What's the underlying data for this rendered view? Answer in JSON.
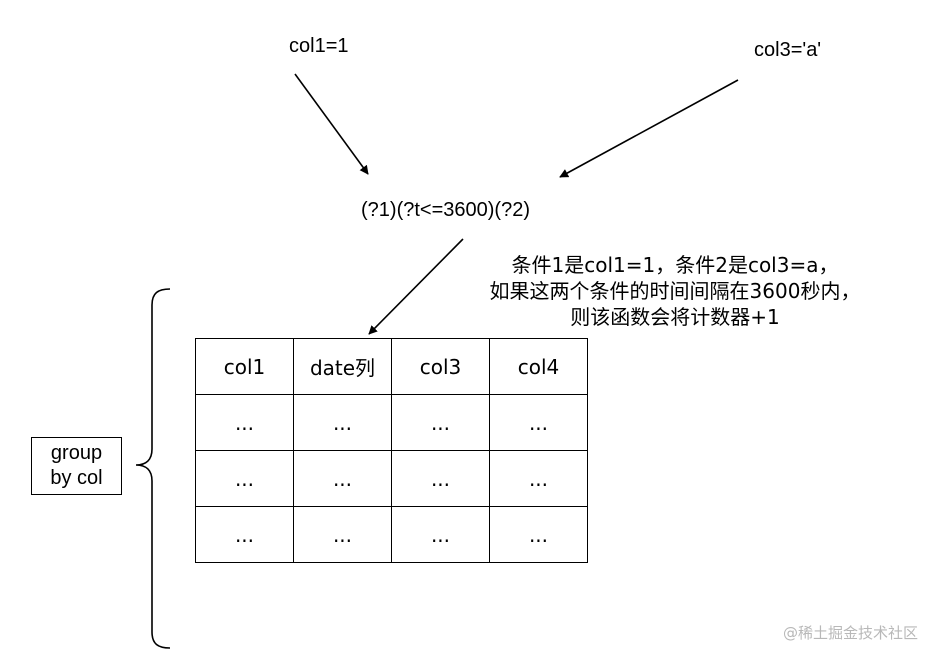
{
  "conditions": {
    "cond1_label": "col1=1",
    "cond3_label": "col3='a'"
  },
  "pattern": {
    "text": "(?1)(?t<=3600)(?2)"
  },
  "note": {
    "lines": [
      "条件1是col1=1，条件2是col3=a，",
      "如果这两个条件的时间间隔在3600秒内，",
      "则该函数会将计数器+1"
    ]
  },
  "table": {
    "headers": [
      "col1",
      "date列",
      "col3",
      "col4"
    ],
    "rows": [
      [
        "...",
        "...",
        "...",
        "..."
      ],
      [
        "...",
        "...",
        "...",
        "..."
      ],
      [
        "...",
        "...",
        "...",
        "..."
      ]
    ]
  },
  "group": {
    "line1": "group",
    "line2": "by col"
  },
  "watermark": "@稀土掘金技术社区"
}
